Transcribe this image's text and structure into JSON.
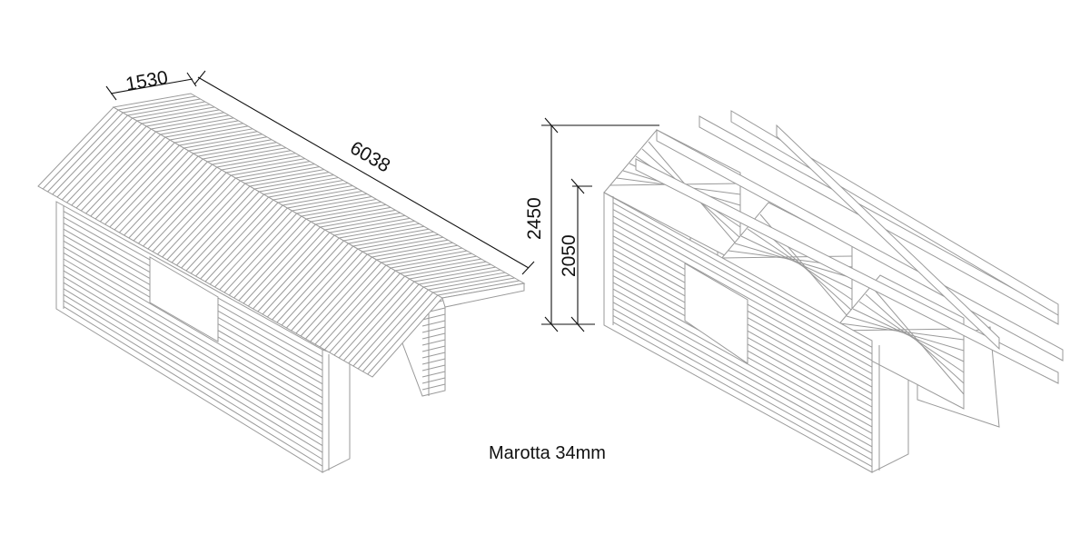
{
  "left_drawing": {
    "dimension_width": "1530",
    "dimension_length": "6038"
  },
  "right_drawing": {
    "dimension_total_height": "2450",
    "dimension_wall_height": "2050"
  },
  "caption": "Marotta 34mm",
  "colors": {
    "line": "#9a9a9a",
    "dimension": "#111111"
  }
}
